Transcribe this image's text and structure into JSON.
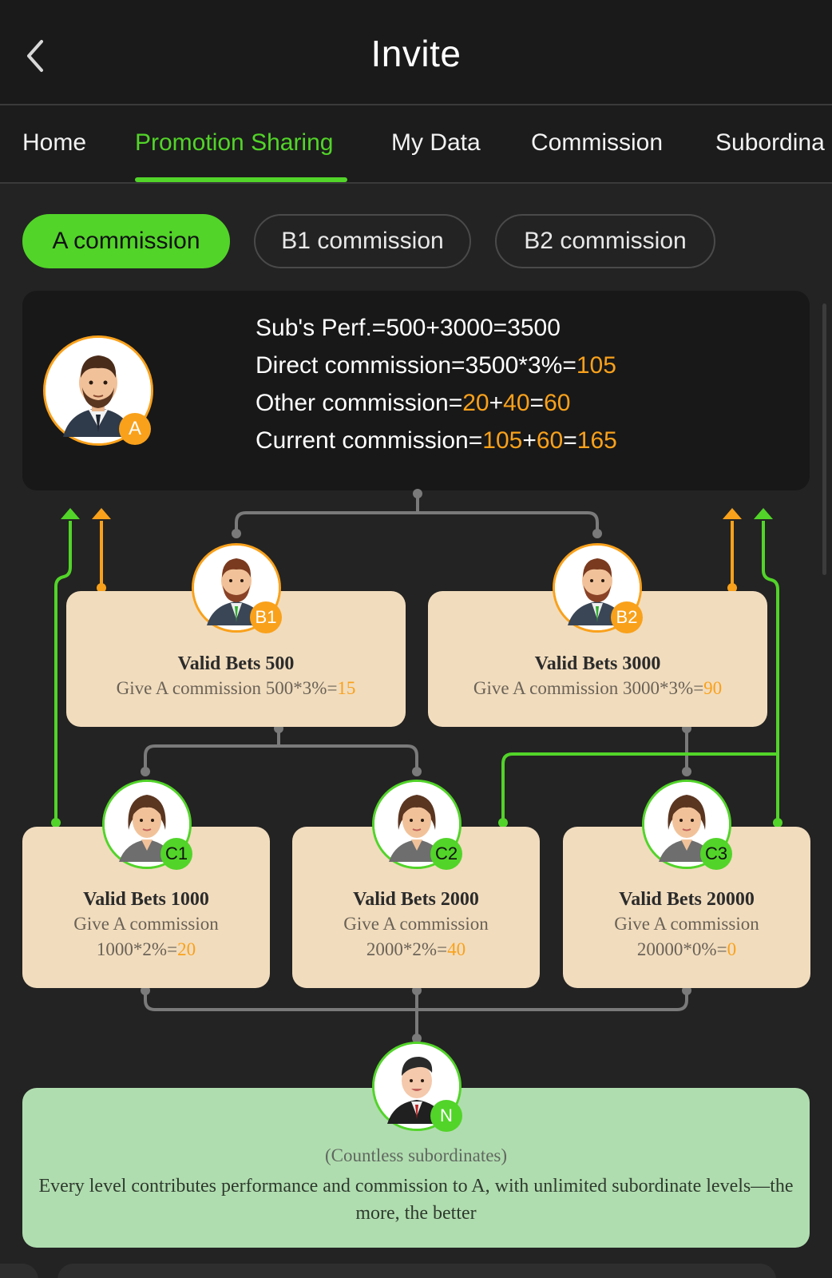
{
  "header": {
    "title": "Invite"
  },
  "tabs": [
    {
      "label": "Home",
      "active": false
    },
    {
      "label": "Promotion Sharing",
      "active": true
    },
    {
      "label": "My Data",
      "active": false
    },
    {
      "label": "Commission",
      "active": false
    },
    {
      "label": "Subordina",
      "active": false
    }
  ],
  "pills": [
    {
      "label": "A commission",
      "active": true
    },
    {
      "label": "B1 commission",
      "active": false
    },
    {
      "label": "B2 commission",
      "active": false
    }
  ],
  "summary": {
    "badge": "A",
    "line1": "Sub's Perf.=500+3000=3500",
    "line2": {
      "prefix": "Direct commission=3500*3%=",
      "value": "105"
    },
    "line3": {
      "prefix": "Other commission=",
      "a": "20",
      "plus": "+",
      "b": "40",
      "eq": "=",
      "total": "60"
    },
    "line4": {
      "prefix": "Current commission=",
      "a": "105",
      "plus": "+",
      "b": "60",
      "eq": "=",
      "total": "165"
    }
  },
  "level_b": [
    {
      "badge": "B1",
      "title": "Valid Bets 500",
      "text": "Give A commission 500*3%=",
      "value": "15"
    },
    {
      "badge": "B2",
      "title": "Valid Bets 3000",
      "text": "Give A commission 3000*3%=",
      "value": "90"
    }
  ],
  "level_c": [
    {
      "badge": "C1",
      "title": "Valid Bets 1000",
      "text1": "Give A commission",
      "text2": "1000*2%=",
      "value": "20"
    },
    {
      "badge": "C2",
      "title": "Valid Bets 2000",
      "text1": "Give A commission",
      "text2": "2000*2%=",
      "value": "40"
    },
    {
      "badge": "C3",
      "title": "Valid Bets 20000",
      "text1": "Give A commission",
      "text2": "20000*0%=",
      "value": "0"
    }
  ],
  "level_n": {
    "badge": "N",
    "subtitle": "(Countless subordinates)",
    "description": "Every level contributes performance and commission to A, with unlimited subordinate levels—the more, the better"
  },
  "colors": {
    "accent_green": "#52d429",
    "highlight_orange": "#f9a11b",
    "card_beige": "#f1dcbd",
    "card_green": "#b0ddaf",
    "background": "#232323"
  }
}
